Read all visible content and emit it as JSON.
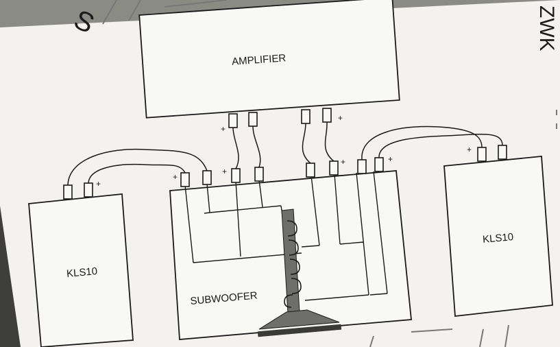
{
  "diagram": {
    "amplifier_label": "AMPLIFIER",
    "subwoofer_label": "SUBWOOFER",
    "left_speaker_label": "KLS10",
    "right_speaker_label": "KLS10",
    "plus_sign": "+",
    "background_text_top_left": "S",
    "background_text_right": "ZWK"
  },
  "colors": {
    "paper": "#f3f2ee",
    "background_photo": "#8b8b86",
    "line": "#1a1a1a",
    "driver": "#6e6e6c"
  }
}
